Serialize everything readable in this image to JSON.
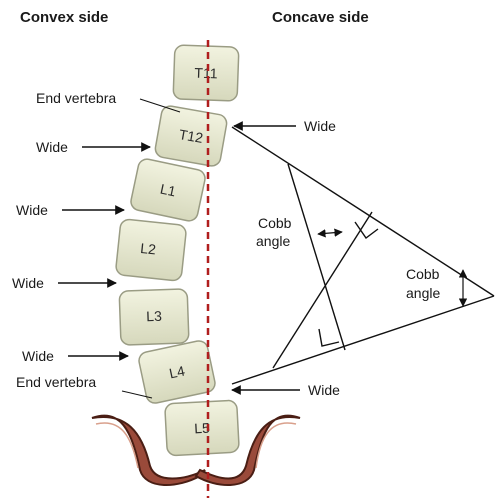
{
  "headers": {
    "convex": "Convex side",
    "concave": "Concave side"
  },
  "vertebrae": [
    {
      "label": "T11"
    },
    {
      "label": "T12"
    },
    {
      "label": "L1"
    },
    {
      "label": "L2"
    },
    {
      "label": "L3"
    },
    {
      "label": "L4"
    },
    {
      "label": "L5"
    }
  ],
  "labels": {
    "end_vertebra_top": "End vertebra",
    "end_vertebra_bottom": "End vertebra",
    "wide": "Wide",
    "cobb_inner_line1": "Cobb",
    "cobb_inner_line2": "angle",
    "cobb_outer_line1": "Cobb",
    "cobb_outer_line2": "angle"
  },
  "colors": {
    "vertebra_fill": "#e7e9cf",
    "vertebra_edge": "#9a9c84",
    "midline": "#b01e1e",
    "pelvis_fill": "#9a4a3a",
    "pelvis_edge": "#4a1e14",
    "lines": "#111111"
  }
}
